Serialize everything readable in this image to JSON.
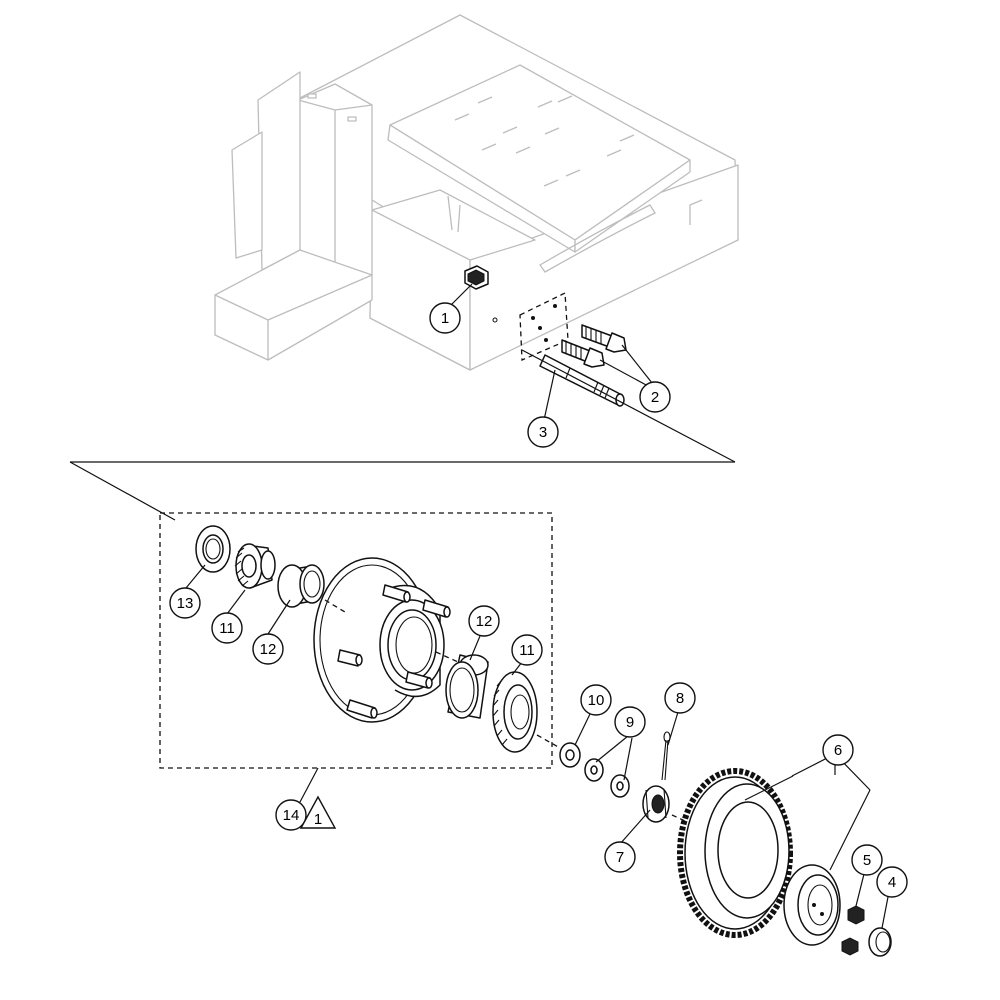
{
  "callouts": [
    {
      "id": "1",
      "label": "1"
    },
    {
      "id": "2",
      "label": "2"
    },
    {
      "id": "3",
      "label": "3"
    },
    {
      "id": "4",
      "label": "4"
    },
    {
      "id": "5",
      "label": "5"
    },
    {
      "id": "6",
      "label": "6"
    },
    {
      "id": "7",
      "label": "7"
    },
    {
      "id": "8",
      "label": "8"
    },
    {
      "id": "9",
      "label": "9"
    },
    {
      "id": "10",
      "label": "10"
    },
    {
      "id": "11a",
      "label": "11"
    },
    {
      "id": "11b",
      "label": "11"
    },
    {
      "id": "12a",
      "label": "12"
    },
    {
      "id": "12b",
      "label": "12"
    },
    {
      "id": "13",
      "label": "13"
    },
    {
      "id": "14",
      "label": "14"
    }
  ],
  "note_triangle": {
    "label": "1"
  },
  "colors": {
    "line": "#111111",
    "ghost": "#bdbdbd",
    "background": "#ffffff"
  }
}
